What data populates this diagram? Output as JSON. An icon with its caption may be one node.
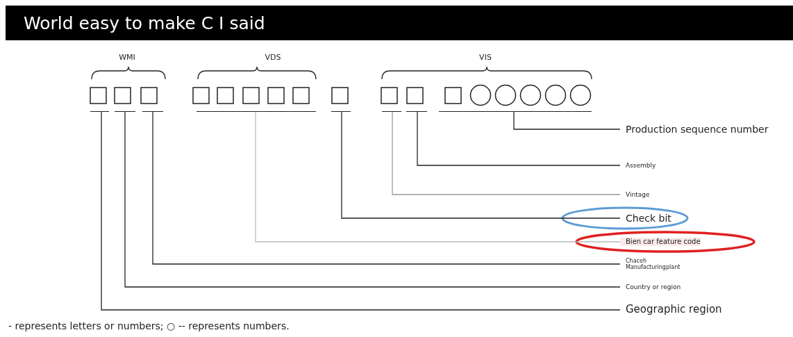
{
  "diagram": {
    "title": "World easy to make C I said",
    "nodes": [
      {
        "text": [],
        "shape": "bar"
      },
      {
        "text": [],
        "shape": "bar"
      },
      {
        "text": [],
        "shape": "bar"
      },
      {
        "text": [],
        "shape": "bar"
      },
      {
        "text": [],
        "shape": "bar"
      },
      {
        "text": [],
        "shape": "bar"
      },
      {
        "text": [],
        "shape": "bar"
      },
      {
        "text": [],
        "shape": "bar"
      },
      {
        "text": [
          "Production sequence number"
        ]
      },
      {
        "text": [
          "Assembly"
        ]
      },
      {
        "text": [
          "Vintage"
        ]
      },
      {
        "text": [
          "Check bit"
        ]
      },
      {
        "text": [
          "Bien car feature code"
        ]
      },
      {
        "text": [
          "Chaceh Manufacturingplant"
        ]
      },
      {
        "text": [
          "Country or region"
        ]
      },
      {
        "text": [
          "Geographic region"
        ]
      }
    ],
    "edges": [
      {
        "from": 8,
        "to": 7,
        "arrow": "none"
      },
      {
        "from": 9,
        "to": 6,
        "arrow": "none"
      },
      {
        "from": 10,
        "to": 5,
        "arrow": "none",
        "color": "#999999"
      },
      {
        "from": 11,
        "to": 4,
        "arrow": "none"
      },
      {
        "from": 12,
        "to": 3,
        "arrow": "none",
        "color": "#bbbbbb"
      },
      {
        "from": 13,
        "to": 2,
        "arrow": "none"
      },
      {
        "from": 14,
        "to": 1,
        "arrow": "none"
      },
      {
        "from": 15,
        "to": 0,
        "arrow": "none"
      }
    ],
    "labels": [
      "WMI",
      "VDS",
      "VIS",
      "- represents letters or numbers; ○ -- represents numbers."
    ]
  }
}
